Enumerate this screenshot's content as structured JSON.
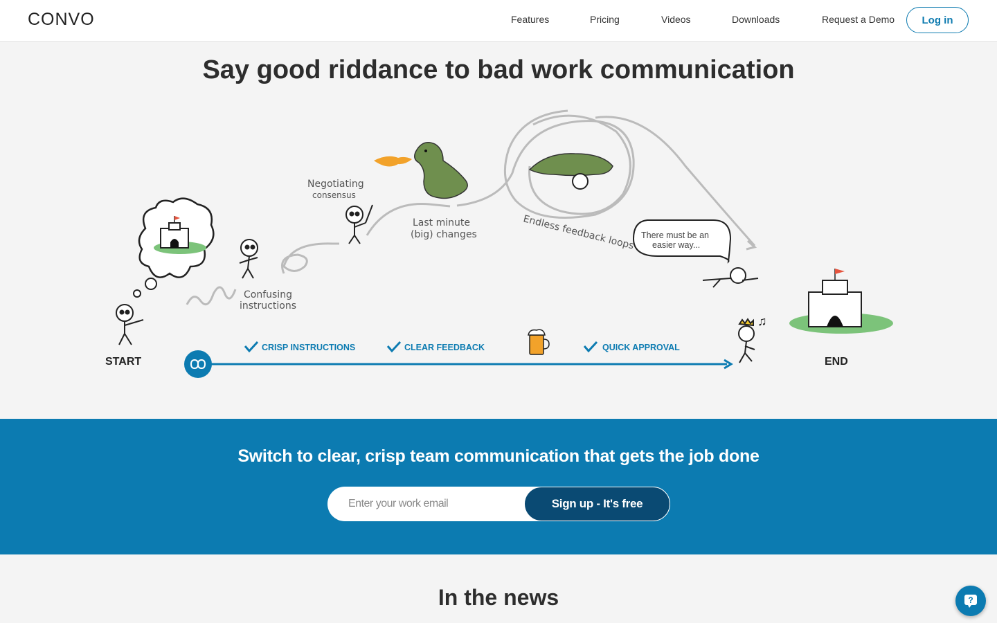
{
  "header": {
    "logo": "CONVO",
    "nav": [
      "Features",
      "Pricing",
      "Videos",
      "Downloads",
      "Request a Demo"
    ],
    "login": "Log in"
  },
  "hero": {
    "title": "Say good riddance to bad work communication",
    "labels": {
      "start": "START",
      "end": "END",
      "confusing_1": "Confusing",
      "confusing_2": "instructions",
      "negotiating_1": "Negotiating",
      "negotiating_2": "consensus",
      "lastminute_1": "Last minute",
      "lastminute_2": "(big) changes",
      "loops": "Endless feedback loops",
      "speech_1": "There must be an",
      "speech_2": "easier way...",
      "crisp": "CRISP INSTRUCTIONS",
      "clear": "CLEAR FEEDBACK",
      "quick": "QUICK APPROVAL"
    }
  },
  "band": {
    "title": "Switch to clear, crisp team communication that gets the job done",
    "email_placeholder": "Enter your work email",
    "signup": "Sign up - It's free"
  },
  "news": {
    "title": "In the news"
  },
  "colors": {
    "brand_blue": "#0c7bb1",
    "dark_blue": "#0a4a73",
    "dragon_green": "#6f8f4e",
    "grass_green": "#7cc37a"
  }
}
